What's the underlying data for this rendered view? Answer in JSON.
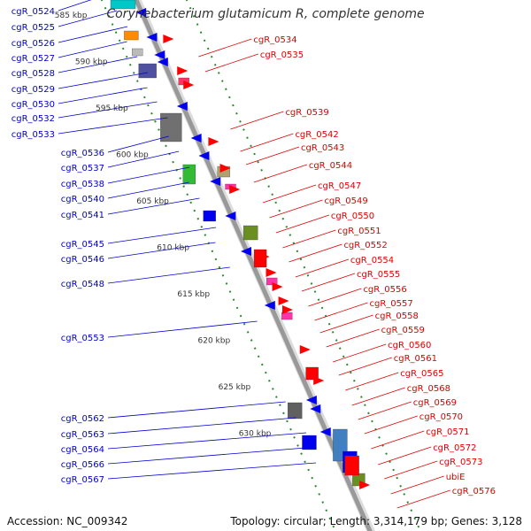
{
  "title": "Corynebacterium glutamicum R, complete genome",
  "accession": "Accession: NC_009342",
  "stats": "Topology: circular; Length: 3,314,179 bp; Genes: 3,128",
  "kbp_ticks": [
    "585 kbp",
    "590 kbp",
    "595 kbp",
    "600 kbp",
    "605 kbp",
    "610 kbp",
    "615 kbp",
    "620 kbp",
    "625 kbp",
    "630 kbp"
  ],
  "left_genes": [
    "cgR_0524",
    "cgR_0525",
    "cgR_0526",
    "cgR_0527",
    "cgR_0528",
    "cgR_0529",
    "cgR_0530",
    "cgR_0532",
    "cgR_0533",
    "cgR_0536",
    "cgR_0537",
    "cgR_0538",
    "cgR_0540",
    "cgR_0541",
    "cgR_0545",
    "cgR_0546",
    "cgR_0548",
    "cgR_0553",
    "cgR_0562",
    "cgR_0563",
    "cgR_0564",
    "cgR_0566",
    "cgR_0567"
  ],
  "right_genes": [
    "cgR_0534",
    "cgR_0535",
    "cgR_0539",
    "cgR_0542",
    "cgR_0543",
    "cgR_0544",
    "cgR_0547",
    "cgR_0549",
    "cgR_0550",
    "cgR_0551",
    "cgR_0552",
    "cgR_0554",
    "cgR_0555",
    "cgR_0556",
    "cgR_0557",
    "cgR_0558",
    "cgR_0559",
    "cgR_0560",
    "cgR_0561",
    "cgR_0565",
    "cgR_0568",
    "cgR_0569",
    "cgR_0570",
    "cgR_0571",
    "cgR_0572",
    "cgR_0573",
    "ubiE",
    "cgR_0576"
  ],
  "colors": {
    "left_label": "#0000cc",
    "right_label": "#dd0000",
    "backbone": "#999999",
    "tick": "#2a8a2a",
    "forward_gene": "#ff0000",
    "reverse_gene": "#0000ee"
  }
}
